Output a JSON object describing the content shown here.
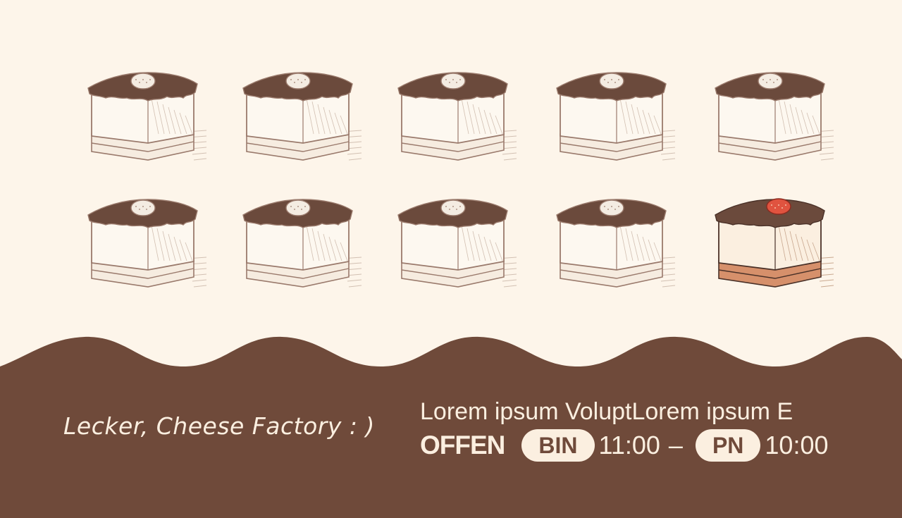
{
  "colors": {
    "background": "#fdf5ea",
    "band": "#6f4a3a",
    "sketch_line": "#9a7a6c",
    "chocolate": "#6b4a3c",
    "cream": "#fbefe0",
    "strawberry": "#e0533f",
    "sponge": "#d6906b"
  },
  "cakes": [
    {
      "style": "sketch"
    },
    {
      "style": "sketch"
    },
    {
      "style": "sketch"
    },
    {
      "style": "sketch"
    },
    {
      "style": "sketch"
    },
    {
      "style": "sketch"
    },
    {
      "style": "sketch"
    },
    {
      "style": "sketch"
    },
    {
      "style": "sketch"
    },
    {
      "style": "colored"
    }
  ],
  "footer": {
    "slogan": "Lecker, Cheese Factory : )",
    "tagline": "Lorem ipsum VoluptLorem ipsum E",
    "open_label": "OFFEN",
    "from_label": "BIN",
    "from_time": "11:00",
    "separator": "–",
    "to_label": "PN",
    "to_time": "10:00"
  }
}
